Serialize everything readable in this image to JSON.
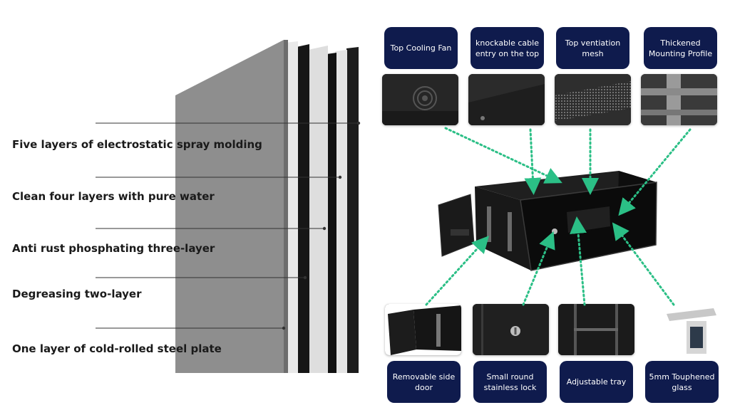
{
  "layers": [
    {
      "label": "Five layers of electrostatic spray molding"
    },
    {
      "label": "Clean four layers with pure water"
    },
    {
      "label": "Anti rust phosphating three-layer"
    },
    {
      "label": "Degreasing two-layer"
    },
    {
      "label": "One layer of cold-rolled steel plate"
    }
  ],
  "features_top": [
    {
      "label": "Top Cooling Fan",
      "icon": "fan-thumbnail"
    },
    {
      "label": "knockable cable entry on the top",
      "icon": "cable-entry-thumbnail"
    },
    {
      "label": "Top ventiation mesh",
      "icon": "mesh-thumbnail"
    },
    {
      "label": "Thickened Mounting Profile",
      "icon": "profile-thumbnail"
    }
  ],
  "features_bottom": [
    {
      "label": "Removable side door",
      "icon": "side-door-thumbnail"
    },
    {
      "label": "Small round stainless lock",
      "icon": "lock-thumbnail"
    },
    {
      "label": "Adjustable tray",
      "icon": "tray-thumbnail"
    },
    {
      "label": "5mm Touphened glass",
      "icon": "glass-thumbnail"
    }
  ],
  "colors": {
    "badge": "#0f1b4d",
    "arrow": "#2bbf86",
    "steel": "#8c8c8c",
    "cabinet": "#151515"
  }
}
